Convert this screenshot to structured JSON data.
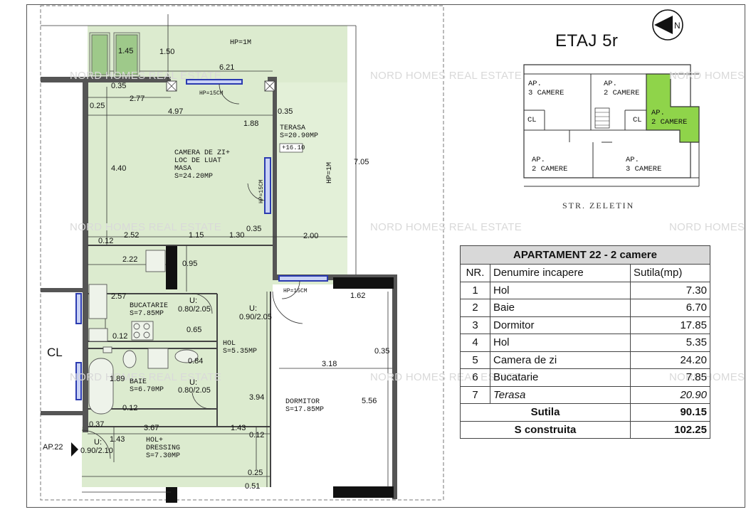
{
  "header": {
    "title": "ETAJ 5r",
    "compass_letter": "N"
  },
  "street": "STR. ZELETIN",
  "watermark": "NORD HOMES REAL ESTATE",
  "watermark_short": "NORD HOMES",
  "key_plan": {
    "units": [
      {
        "label": "AP.\n3 CAMERE"
      },
      {
        "label": "AP.\n2 CAMERE"
      },
      {
        "label": "AP.\n2 CAMERE"
      },
      {
        "label": "AP.\n2 CAMERE"
      },
      {
        "label": "AP.\n3 CAMERE"
      }
    ],
    "cl_left": "CL",
    "cl_right": "CL"
  },
  "rooms_table": {
    "caption": "APARTAMENT 22 - 2 camere",
    "headers": [
      "NR.",
      "Denumire incapere",
      "Sutila(mp)"
    ],
    "rows": [
      {
        "nr": "1",
        "name": "Hol",
        "area": "7.30"
      },
      {
        "nr": "2",
        "name": "Baie",
        "area": "6.70"
      },
      {
        "nr": "3",
        "name": "Dormitor",
        "area": "17.85"
      },
      {
        "nr": "4",
        "name": "Hol",
        "area": "5.35"
      },
      {
        "nr": "5",
        "name": "Camera de zi",
        "area": "24.20"
      },
      {
        "nr": "6",
        "name": "Bucatarie",
        "area": "7.85"
      },
      {
        "nr": "7",
        "name": "Terasa",
        "area": "20.90"
      }
    ],
    "totals": [
      {
        "label": "Sutila",
        "value": "90.15"
      },
      {
        "label": "S construita",
        "value": "102.25"
      }
    ]
  },
  "plan": {
    "rooms": {
      "living": "CAMERA DE ZI+\nLOC DE LUAT\nMASA\nS=24.20MP",
      "terrace": "TERASA\nS=20.90MP",
      "terrace_tag": "+16.10",
      "kitchen": "BUCATARIE\nS=7.85MP",
      "hall": "HOL\nS=5.35MP",
      "bath": "BAIE\nS=6.70MP",
      "hall_dressing": "HOL+\nDRESSING\nS=7.30MP",
      "bedroom": "DORMITOR\nS=17.85MP"
    },
    "hp_top": "HP=1M",
    "hp_right": "HP=1M",
    "hp_window": "HP=15CM",
    "cl": "CL",
    "ap_marker": "AP.22",
    "dimensions": {
      "d145": "1.45",
      "d150": "1.50",
      "d621": "6.21",
      "d035a": "0.35",
      "d277": "2.77",
      "d025": "0.25",
      "d497": "4.97",
      "d035b": "0.35",
      "d188": "1.88",
      "d705": "7.05",
      "d440": "4.40",
      "d012a": "0.12",
      "d252": "2.52",
      "d115": "1.15",
      "d130": "1.30",
      "d035c": "0.35",
      "d200": "2.00",
      "d222": "2.22",
      "d095": "0.95",
      "d257": "2.57",
      "u1": "U:",
      "d080a": "0.80/2.05",
      "u2": "U:",
      "d090": "0.90/2.05",
      "d162": "1.62",
      "d065": "0.65",
      "d012b": "0.12",
      "d035d": "0.35",
      "d084": "0.84",
      "d318": "3.18",
      "d189": "1.89",
      "u3": "U:",
      "d080b": "0.80/2.05",
      "d394": "3.94",
      "d556": "5.56",
      "d012c": "0.12",
      "d037": "0.37",
      "d367": "3.67",
      "d143a": "1.43",
      "d012d": "0.12",
      "d143b": "1.43",
      "u4": "U:",
      "d090b": "0.90/2.10",
      "d025b": "0.25",
      "d051": "0.51"
    }
  }
}
